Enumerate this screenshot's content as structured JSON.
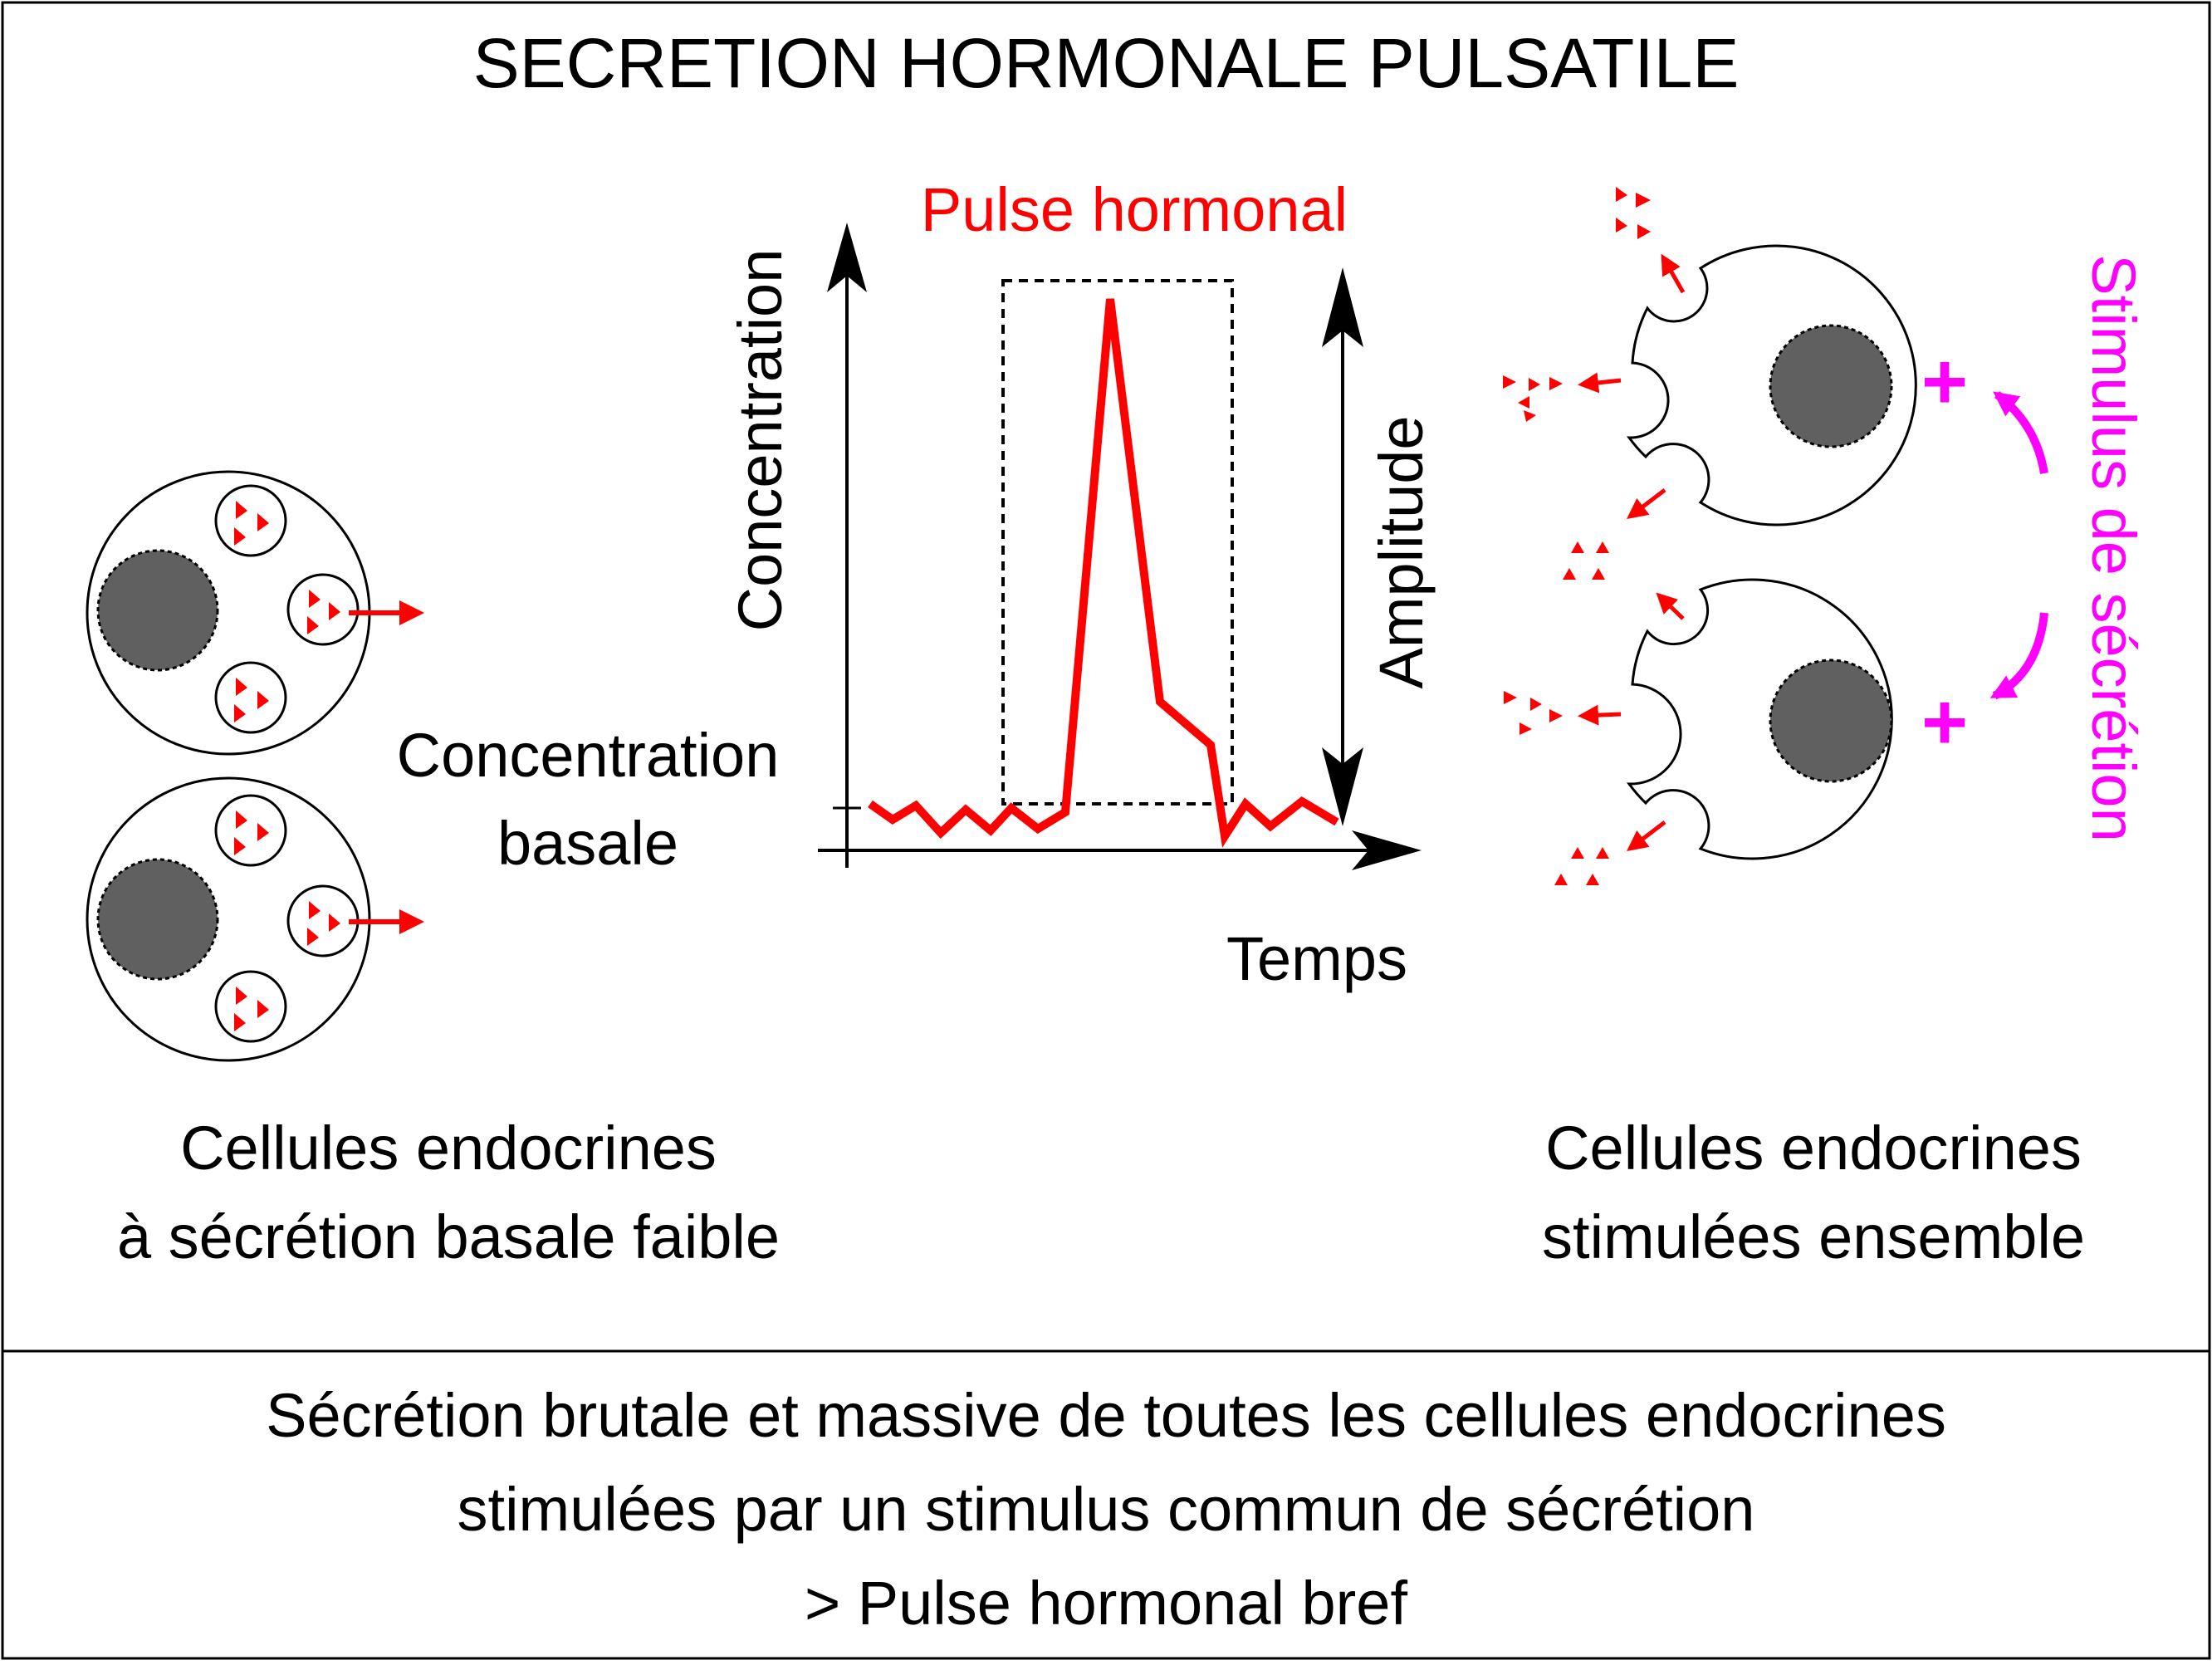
{
  "title": "SECRETION HORMONALE PULSATILE",
  "graph": {
    "peak_label": "Pulse hormonal",
    "y_axis_label": "Concentration",
    "x_axis_label": "Temps",
    "amplitude_label": "Amplitude",
    "baseline_label_line1": "Concentration",
    "baseline_label_line2": "basale"
  },
  "left_cells": {
    "caption_line1": "Cellules endocrines",
    "caption_line2": "à sécrétion basale faible"
  },
  "right_cells": {
    "caption_line1": "Cellules endocrines",
    "caption_line2": "stimulées ensemble",
    "stimulus_label": "Stimulus de sécrétion",
    "plus_sign": "+"
  },
  "footer": {
    "line1": "Sécrétion brutale et massive de toutes les cellules endocrines",
    "line2": "stimulées par un stimulus commun de sécrétion",
    "line3": "> Pulse hormonal bref"
  },
  "colors": {
    "hormone": "#ff0000",
    "stimulus": "#ff00ff",
    "nucleus": "#606060",
    "line": "#000000"
  }
}
